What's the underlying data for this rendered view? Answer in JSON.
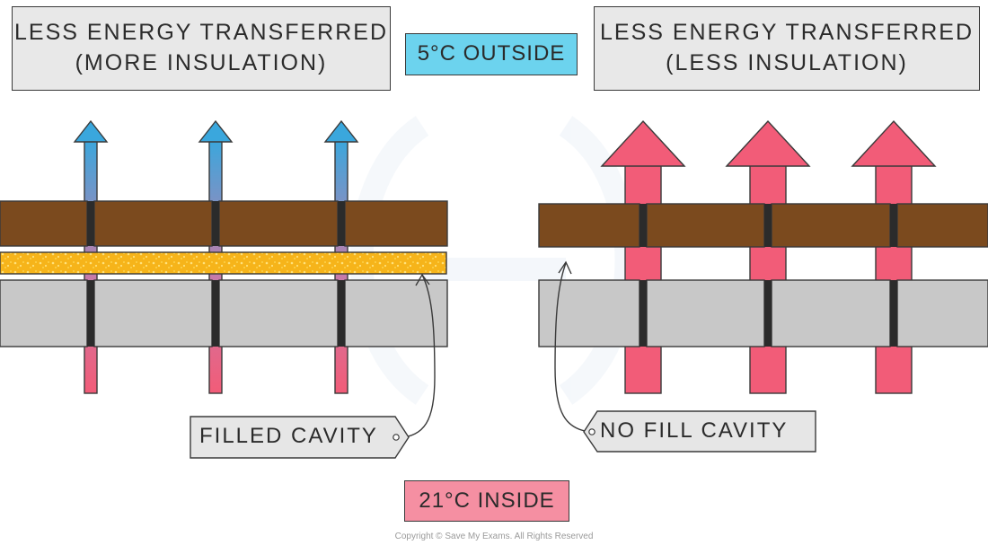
{
  "headers": {
    "left": {
      "line1": "LESS ENERGY TRANSFERRED",
      "line2": "(MORE INSULATION)"
    },
    "right": {
      "line1": "LESS ENERGY TRANSFERRED",
      "line2": "(LESS INSULATION)"
    }
  },
  "temperatures": {
    "outside": "5°C OUTSIDE",
    "inside": "21°C INSIDE"
  },
  "labels": {
    "filled_cavity": "FILLED CAVITY",
    "no_fill_cavity": "NO FILL CAVITY"
  },
  "copyright": "Copyright © Save My Exams. All Rights Reserved",
  "colors": {
    "outer_brick": "#7b4a1e",
    "inner_block": "#c8c8c8",
    "insulation_foam": "#f6b41a",
    "heat_arrow_warm": "#f25c78",
    "heat_arrow_cool": "#3aa7dd",
    "outside_box": "#6cd3ee",
    "inside_box": "#f58fa2"
  }
}
